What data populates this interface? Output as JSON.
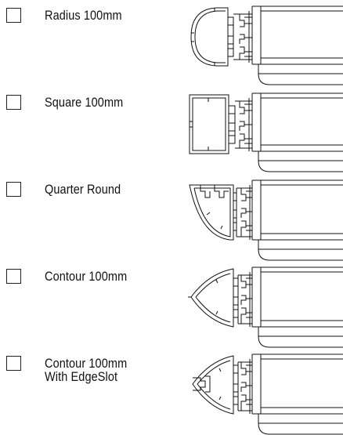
{
  "options": [
    {
      "label": "Radius 100mm",
      "profile_icon": "radius-profile"
    },
    {
      "label": "Square 100mm",
      "profile_icon": "square-profile"
    },
    {
      "label": "Quarter Round",
      "profile_icon": "quarter-round-profile"
    },
    {
      "label": "Contour 100mm",
      "profile_icon": "contour-profile"
    },
    {
      "label": "Contour 100mm",
      "label_line2": "With EdgeSlot",
      "profile_icon": "contour-edgeslot-profile"
    }
  ]
}
